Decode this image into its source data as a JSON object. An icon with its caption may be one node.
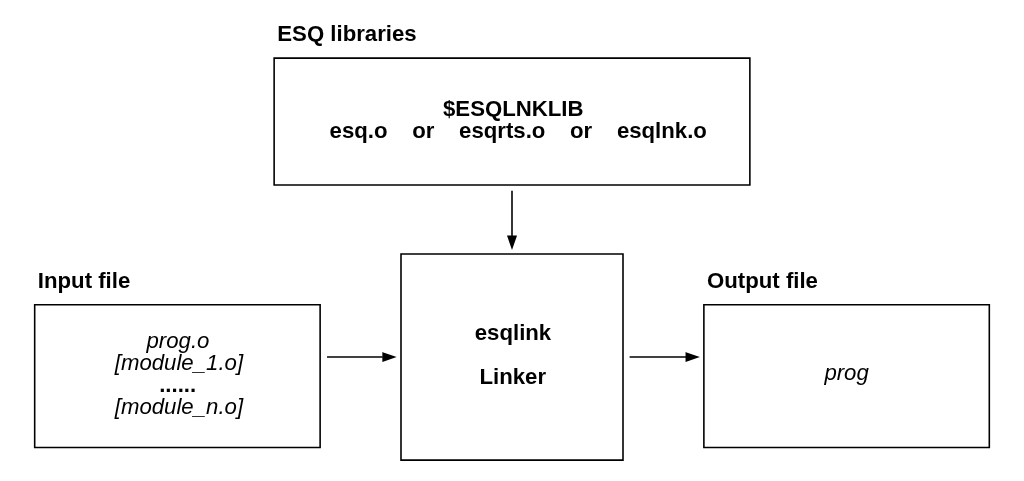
{
  "diagram": {
    "nodes": [
      {
        "text": [
          "ESQ libraries",
          "$ESQLNKLIB",
          "esq.o    or    esqrts.o    or    esqlnk.o"
        ]
      },
      {
        "text": [
          "Input file",
          "prog.o",
          "[module_1.o]",
          "......",
          "[module_n.o]"
        ]
      },
      {
        "text": [
          "esqlink",
          "Linker"
        ]
      },
      {
        "text": [
          "Output file",
          "prog"
        ]
      }
    ],
    "edges": [
      {
        "from": 0,
        "to": 2,
        "arrow": "to"
      },
      {
        "from": 1,
        "to": 2,
        "arrow": "to"
      },
      {
        "from": 2,
        "to": 3,
        "arrow": "to"
      }
    ]
  }
}
